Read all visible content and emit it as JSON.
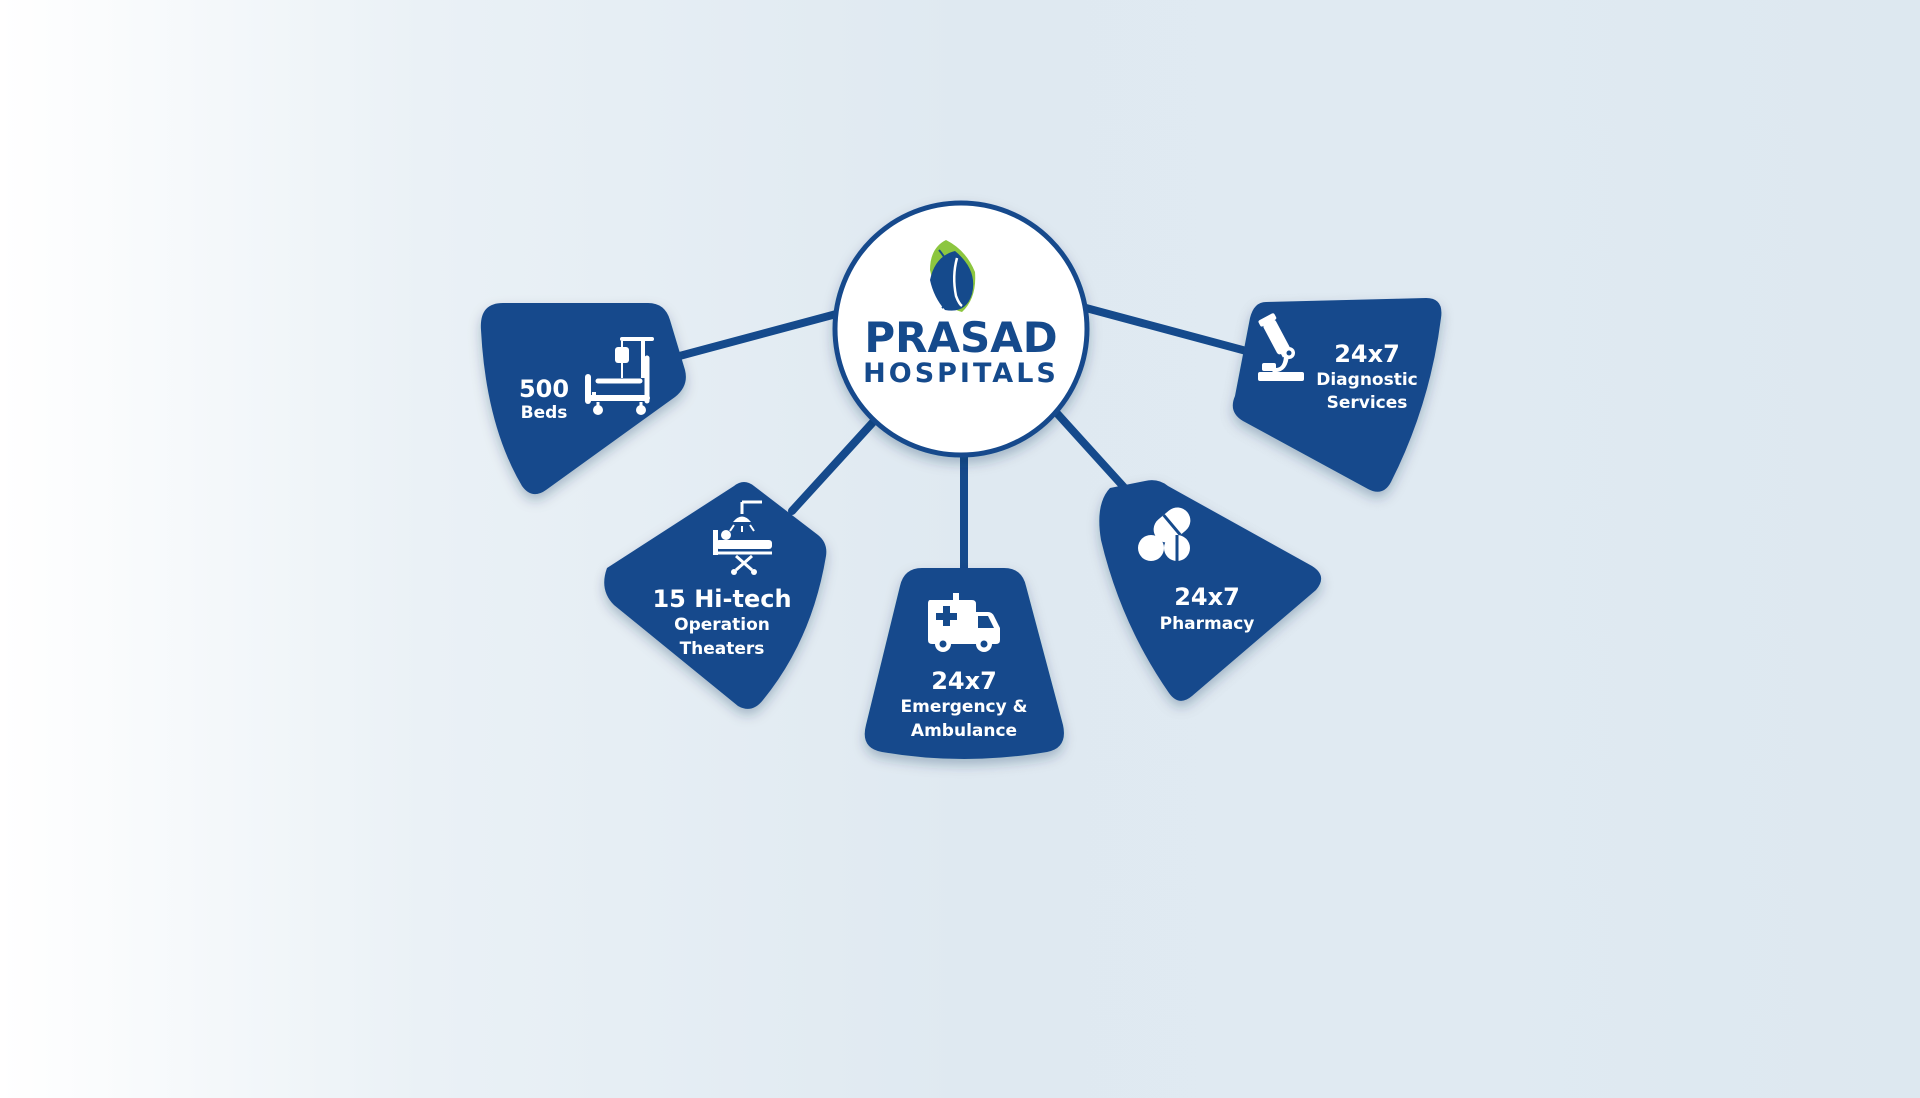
{
  "brand": {
    "name_line1": "PRASAD",
    "name_line2": "HOSPITALS",
    "colors": {
      "primary": "#154a8c",
      "accent_green": "#8cc63f",
      "white": "#ffffff"
    }
  },
  "features": {
    "beds": {
      "number": "500",
      "label_line1": "Beds",
      "icon": "hospital-bed-icon"
    },
    "theaters": {
      "number": "15 Hi-tech",
      "label_line1": "Operation",
      "label_line2": "Theaters",
      "icon": "operation-theater-icon"
    },
    "emergency": {
      "number": "24x7",
      "label_line1": "Emergency &",
      "label_line2": "Ambulance",
      "icon": "ambulance-icon"
    },
    "pharmacy": {
      "number": "24x7",
      "label_line1": "Pharmacy",
      "icon": "pills-icon"
    },
    "diagnostic": {
      "number": "24x7",
      "label_line1": "Diagnostic",
      "label_line2": "Services",
      "icon": "microscope-icon"
    }
  }
}
